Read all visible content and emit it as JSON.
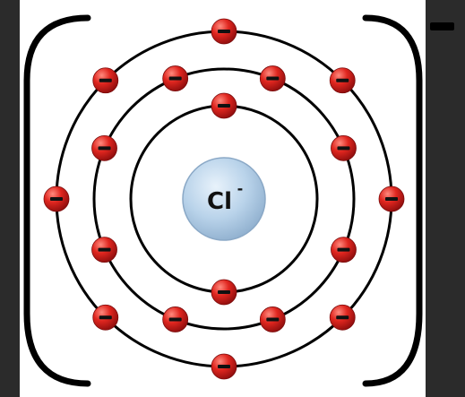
{
  "diagram": {
    "ion_symbol": "Cl",
    "ion_charge": "-",
    "bracket_charge": "−",
    "electron_sign": "−",
    "shells": [
      {
        "name": "shell-1",
        "electrons": 2
      },
      {
        "name": "shell-2",
        "electrons": 8
      },
      {
        "name": "shell-3",
        "electrons": 8
      }
    ],
    "colors": {
      "background": "#2b2b2b",
      "panel": "#ffffff",
      "electron": "#d11a1a",
      "electron_highlight": "#ff7a6e",
      "nucleus": "#b9d3ea",
      "nucleus_edge": "#8aa8c6",
      "line": "#000000"
    }
  }
}
